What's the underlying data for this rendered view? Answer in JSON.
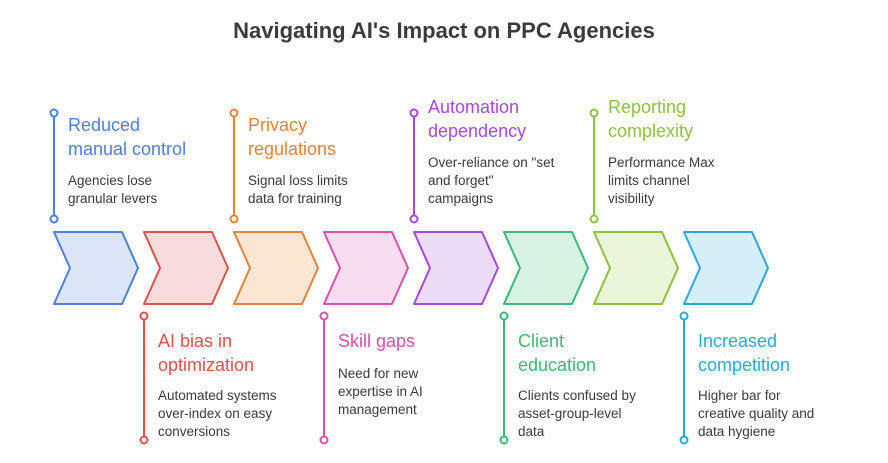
{
  "title": "Navigating AI's Impact on PPC Agencies",
  "steps": [
    {
      "title_line1": "Reduced",
      "title_line2": "manual control",
      "desc_line1": "Agencies lose",
      "desc_line2": "granular levers",
      "desc_line3": "",
      "stroke": "#4f7fdb",
      "fill": "#dce6f8",
      "position": "top"
    },
    {
      "title_line1": "AI bias in",
      "title_line2": "optimization",
      "desc_line1": "Automated systems",
      "desc_line2": "over-index on easy",
      "desc_line3": "conversions",
      "stroke": "#d9534f",
      "fill": "#f9dcdc",
      "position": "bottom"
    },
    {
      "title_line1": "Privacy",
      "title_line2": "regulations",
      "desc_line1": "Signal loss limits",
      "desc_line2": "data for training",
      "desc_line3": "",
      "stroke": "#e0843a",
      "fill": "#fbe6d4",
      "position": "top"
    },
    {
      "title_line1": "Skill gaps",
      "title_line2": "",
      "desc_line1": "Need for new",
      "desc_line2": "expertise in AI",
      "desc_line3": "management",
      "stroke": "#d653a8",
      "fill": "#f8dcef",
      "position": "bottom"
    },
    {
      "title_line1": "Automation",
      "title_line2": "dependency",
      "desc_line1": "Over-reliance on \"set",
      "desc_line2": "and forget\"",
      "desc_line3": "campaigns",
      "stroke": "#a24bd8",
      "fill": "#ecdcf8",
      "position": "top"
    },
    {
      "title_line1": "Client",
      "title_line2": "education",
      "desc_line1": "Clients confused by",
      "desc_line2": "asset-group-level",
      "desc_line3": "data",
      "stroke": "#3cb878",
      "fill": "#d8f2e4",
      "position": "bottom"
    },
    {
      "title_line1": "Reporting",
      "title_line2": "complexity",
      "desc_line1": "Performance Max",
      "desc_line2": "limits channel",
      "desc_line3": "visibility",
      "stroke": "#8cc23c",
      "fill": "#e9f4d8",
      "position": "top"
    },
    {
      "title_line1": "Increased",
      "title_line2": "competition",
      "desc_line1": "Higher bar for",
      "desc_line2": "creative quality and",
      "desc_line3": "data hygiene",
      "stroke": "#2aa9d6",
      "fill": "#d6eef8",
      "position": "bottom"
    }
  ]
}
